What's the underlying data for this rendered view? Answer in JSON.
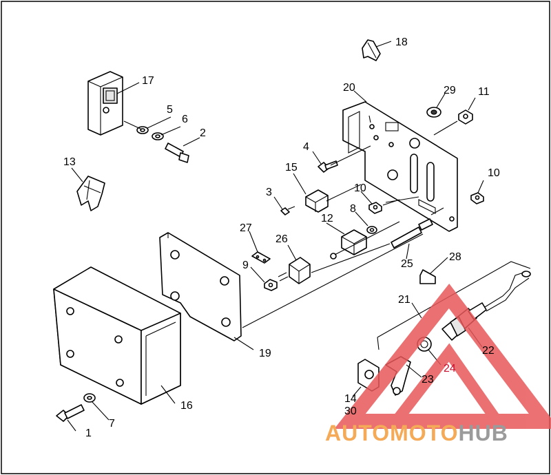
{
  "callouts": {
    "c1": "1",
    "c2": "2",
    "c3": "3",
    "c4": "4",
    "c5": "5",
    "c6": "6",
    "c7": "7",
    "c8": "8",
    "c9": "9",
    "c10a": "10",
    "c10b": "10",
    "c11": "11",
    "c12": "12",
    "c13": "13",
    "c14": "14",
    "c15": "15",
    "c16": "16",
    "c17": "17",
    "c18": "18",
    "c19": "19",
    "c20": "20",
    "c21": "21",
    "c22": "22",
    "c23": "23",
    "c24": "24",
    "c25": "25",
    "c26": "26",
    "c27": "27",
    "c28": "28",
    "c29": "29",
    "c30": "30"
  },
  "watermark": {
    "part1": "AUTO",
    "part2": "MOTO",
    "part3": "HUB",
    "color_primary": "#f39c3a",
    "color_secondary": "#e8585a",
    "color_tertiary": "#8a8a8a"
  },
  "colors": {
    "line": "#000000",
    "background": "#ffffff",
    "callout_24": "#c8102e"
  }
}
